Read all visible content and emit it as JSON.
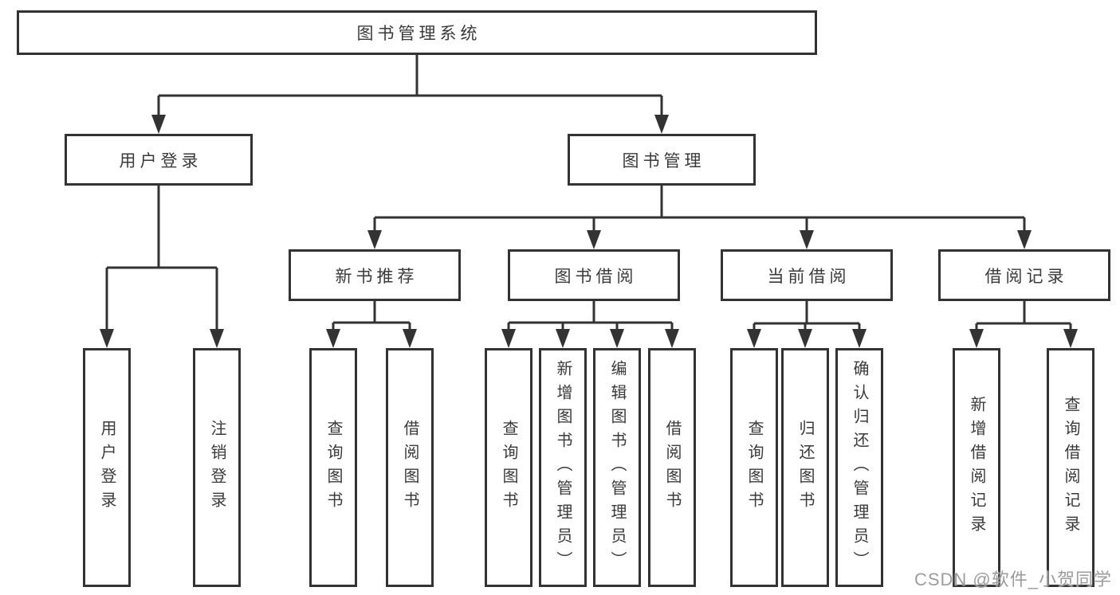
{
  "colors": {
    "line": "#333333",
    "text": "#3a3a3a",
    "watermark": "#9c9c9c"
  },
  "tree": {
    "label": "图书管理系统",
    "children": [
      {
        "label": "用户登录",
        "children": [
          {
            "label": "用户登录"
          },
          {
            "label": "注销登录"
          }
        ]
      },
      {
        "label": "图书管理",
        "children": [
          {
            "label": "新书推荐",
            "children": [
              {
                "label": "查询图书"
              },
              {
                "label": "借阅图书"
              }
            ]
          },
          {
            "label": "图书借阅",
            "children": [
              {
                "label": "查询图书"
              },
              {
                "label": "新增图书（管理员）"
              },
              {
                "label": "编辑图书（管理员）"
              },
              {
                "label": "借阅图书"
              }
            ]
          },
          {
            "label": "当前借阅",
            "children": [
              {
                "label": "查询图书"
              },
              {
                "label": "归还图书"
              },
              {
                "label": "确认归还（管理员）"
              }
            ]
          },
          {
            "label": "借阅记录",
            "children": [
              {
                "label": "新增借阅记录"
              },
              {
                "label": "查询借阅记录"
              }
            ]
          }
        ]
      }
    ]
  },
  "watermark": {
    "text": "CSDN @软件_小贺同学"
  }
}
